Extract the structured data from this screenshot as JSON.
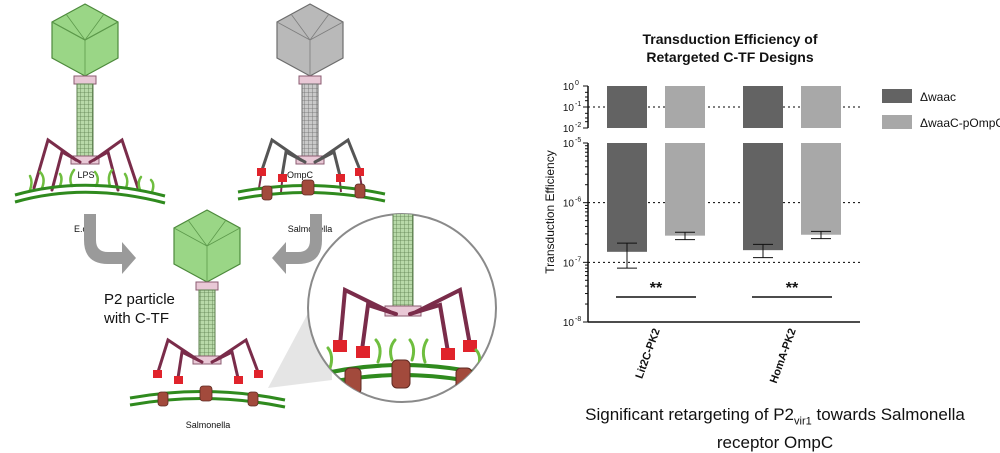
{
  "figure": {
    "labels": {
      "lps": "LPS",
      "ompc": "OmpC",
      "ecoli": "E.coli",
      "salmonella_top": "Salmonella",
      "salmonella_bottom": "Salmonella",
      "p2_line1": "P2 particle",
      "p2_line2": "with C-TF"
    },
    "colors": {
      "green_head": "#9ad686",
      "grey_head": "#b9b9b9",
      "tail_fiber": "#7a2c4a",
      "membrane": "#2f8a1e",
      "lps": "#6fbe3f",
      "receptor": "#a24a3c",
      "ctf_red": "#e0232b",
      "arrow": "#9a9a9a"
    }
  },
  "caption": {
    "line1_pre": "Significant retargeting of P2",
    "line1_sub": "vir1",
    "line1_post": " towards Salmonella",
    "line2": "receptor OmpC"
  },
  "chart_data": {
    "type": "bar",
    "title_line1": "Transduction Efficiency of",
    "title_line2": "Retargeted C-TF Designs",
    "ylabel": "Transduction Efficiency",
    "yscale": "log, broken axis",
    "upper_segment": {
      "ylim": [
        0.01,
        1
      ],
      "ticks": [
        "10",
        "10",
        "10"
      ],
      "tick_exps": [
        "0",
        "-1",
        "-2"
      ]
    },
    "lower_segment": {
      "ylim": [
        1e-08,
        1e-05
      ],
      "ticks": [
        "10",
        "10",
        "10",
        "10"
      ],
      "tick_exps": [
        "-5",
        "-6",
        "-7",
        "-8"
      ]
    },
    "categories": [
      "Lit2C-PK2",
      "HomA-PK2"
    ],
    "series": [
      {
        "name": "Δwaac",
        "color": "#636363",
        "values": [
          1.5e-07,
          1.6e-07
        ],
        "error_low": [
          8e-08,
          1.2e-07
        ],
        "error_high": [
          2.1e-07,
          2e-07
        ]
      },
      {
        "name": "ΔwaaC-pOmpC",
        "color": "#a8a8a8",
        "values": [
          2.8e-07,
          2.9e-07
        ],
        "error_low": [
          2.4e-07,
          2.5e-07
        ],
        "error_high": [
          3.2e-07,
          3.3e-07
        ]
      }
    ],
    "significance": [
      "**",
      "**"
    ],
    "legend_position": "right",
    "grid": "dotted horizontal at 1e-1, 1e-6, 1e-7"
  }
}
